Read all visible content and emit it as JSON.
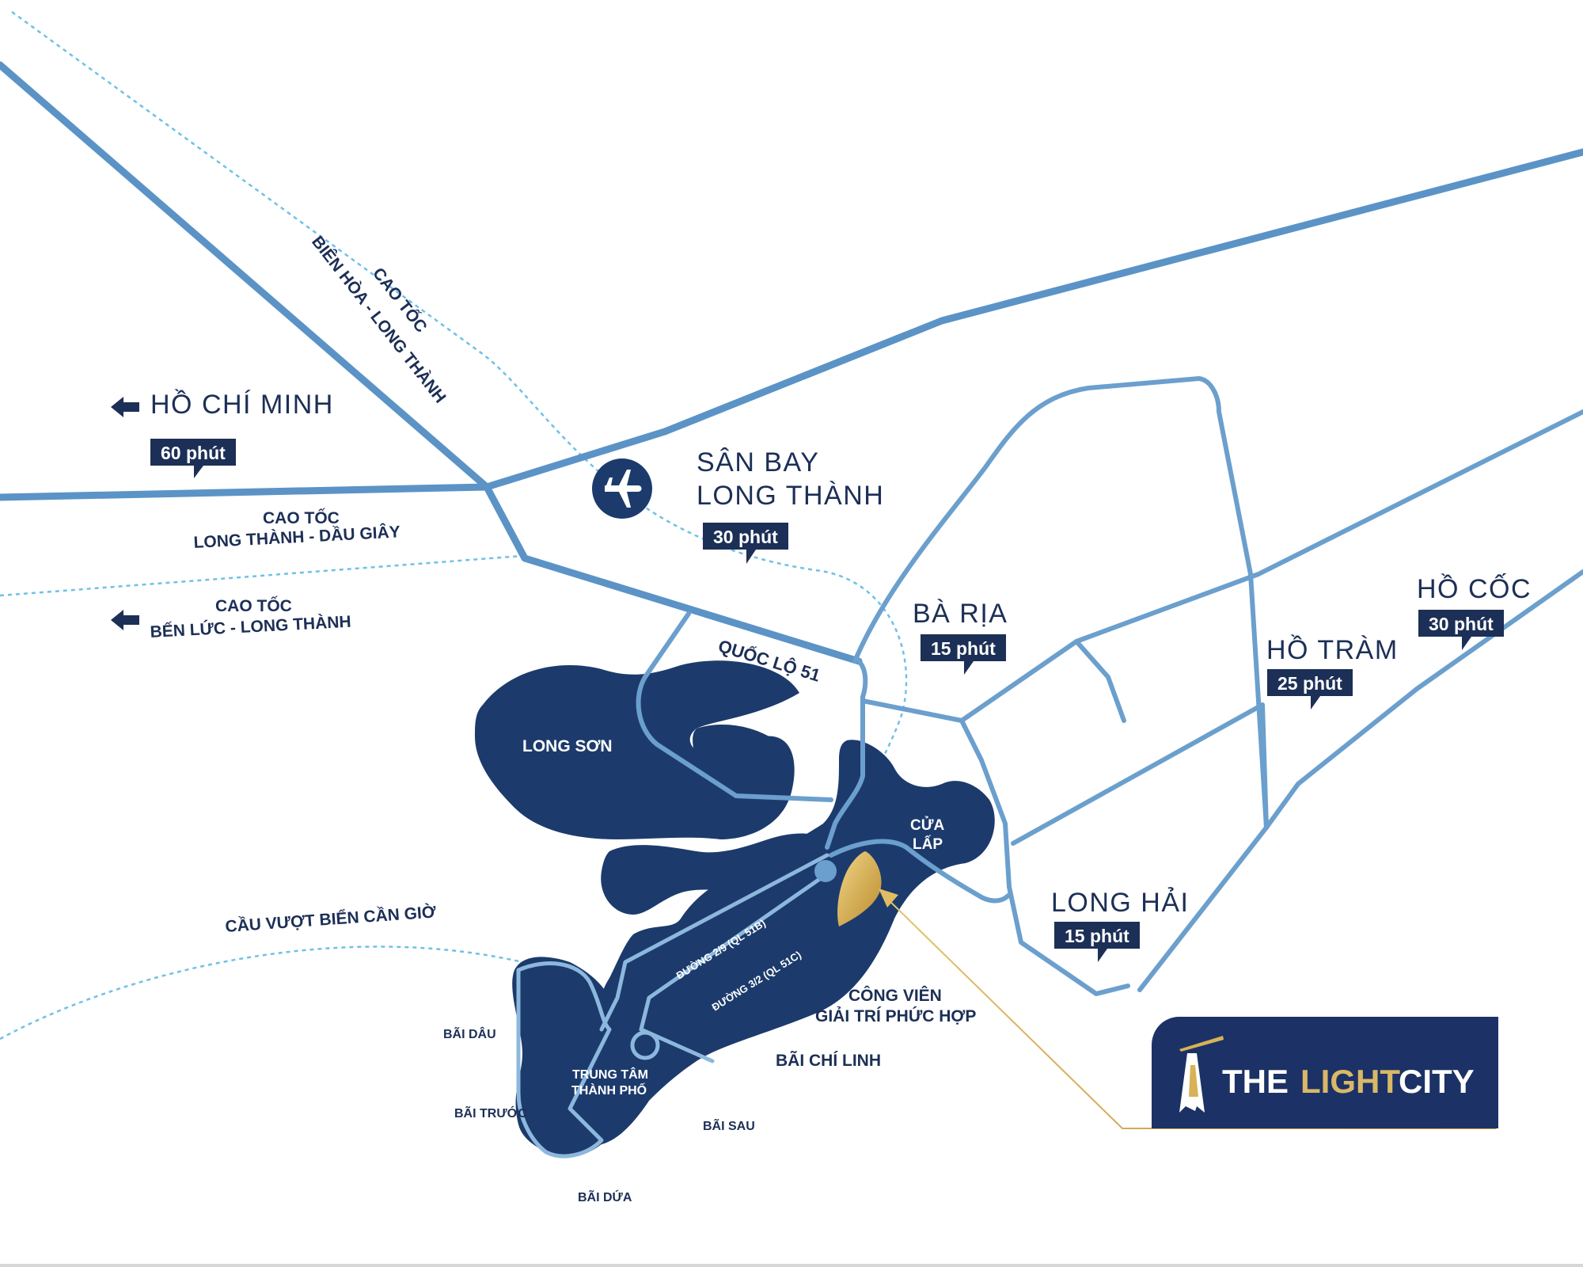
{
  "map": {
    "regions": {
      "long_son": "LONG SƠN",
      "cua_lap": [
        "CỬA",
        "LẤP"
      ],
      "trung_tam": [
        "TRUNG TÂM",
        "THÀNH PHỐ"
      ]
    },
    "destinations": {
      "ho_chi_minh": {
        "name": "HỒ CHÍ MINH",
        "time": "60 phút"
      },
      "san_bay": {
        "name": [
          "SÂN BAY",
          "LONG THÀNH"
        ],
        "time": "30 phút"
      },
      "ba_ria": {
        "name": "BÀ RỊA",
        "time": "15 phút"
      },
      "ho_tram": {
        "name": "HỒ TRÀM",
        "time": "25 phút"
      },
      "ho_coc": {
        "name": "HỒ CỐC",
        "time": "30 phút"
      },
      "long_hai": {
        "name": "LONG HẢI",
        "time": "15 phút"
      }
    },
    "roads": {
      "bien_hoa": [
        "CAO TỐC",
        "BIÊN HÒA - LONG THÀNH"
      ],
      "dau_giay": [
        "CAO TỐC",
        "LONG THÀNH - DẦU GIÂY"
      ],
      "ben_luc": [
        "CAO TỐC",
        "BẾN LỨC - LONG THÀNH"
      ],
      "ql51": "QUỐC LỘ 51",
      "can_gio": "CẦU VƯỢT BIỂN CẦN GIỜ",
      "duong_29": "ĐƯỜNG 2/9 (QL 51B)",
      "duong_32": "ĐƯỜNG 3/2 (QL 51C)"
    },
    "places": {
      "cong_vien": [
        "CÔNG VIÊN",
        "GIẢI TRÍ PHỨC HỢP"
      ],
      "bai_chi_linh": "BÃI CHÍ LINH",
      "bai_dau": "BÃI DÂU",
      "bai_truoc": "BÃI TRƯỚC",
      "bai_sau": "BÃI SAU",
      "bai_dua": "BÃI DỨA"
    },
    "colors": {
      "land": "#1c3b6c",
      "road": "#5b93c6",
      "dashed": "#6fc1e6",
      "gold": "#d8b45a",
      "label": "#1c2f56"
    },
    "icons": {
      "airport": "airplane-icon",
      "arrow": "arrow-left-icon",
      "logo_mark": "lighthouse-icon"
    }
  },
  "brand": {
    "the": "THE",
    "light": "LIGHT",
    "city": "CITY"
  }
}
